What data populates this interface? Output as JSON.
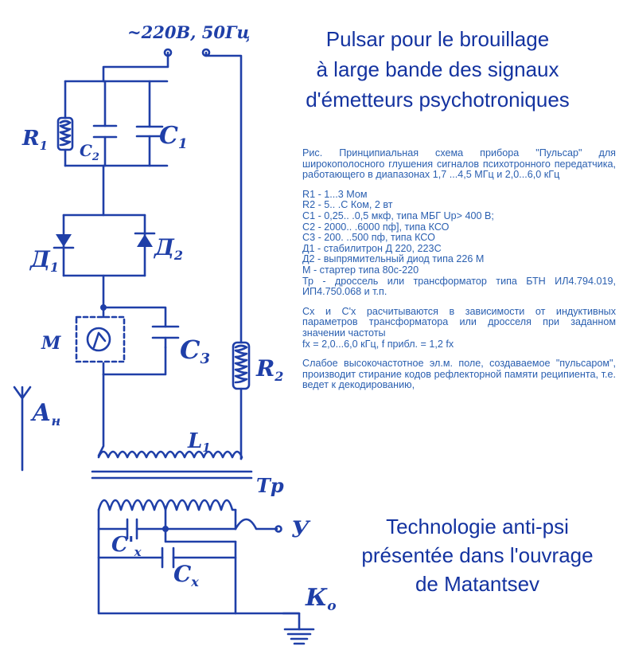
{
  "title": {
    "lines": [
      "Pulsar pour le brouillage",
      "à large bande des signaux",
      "d'émetteurs psychotroniques"
    ]
  },
  "caption": {
    "intro": "Рис. Принципиальная схема прибора \"Пульсар\" для широкополосного глушения сигналов психотронного передатчика, работающего в диапазонах 1,7 ...4,5 МГц и 2,0...6,0 кГц",
    "parts": [
      "R1 - 1...3 Мом",
      "R2 - 5.. .С Ком, 2 вт",
      "С1 - 0,25.. .0,5 мкф, типа МБГ Up> 400 В;",
      "С2 - 2000.. .6000 пф], типа КСО",
      "С3 - 200. ..500 пф, типа КСО",
      "Д1 - стабилитрон Д 220, 223С",
      "Д2 - выпрямительный диод типа 226 М",
      "М - стартер типа 80с-220",
      "Тр - дроссель или трансформатор типа БТН ИЛ4.794.019, ИП4.750.068 и т.п."
    ],
    "calc": "Сх и С'х расчитываются в зависимости от индуктивных параметров трансформатора или дросселя при заданном значении частоты",
    "formula": "fx = 2,0...6,0 кГц, f прибл. = 1,2 fx",
    "effect": "Слабое высокочастотное эл.м. поле, создаваемое \"пульсаром\", производит стирание кодов рефлекторной памяти реципиента, т.е. ведет к декодированию,"
  },
  "note": {
    "lines": [
      "Technologie anti-psi",
      "présentée dans l'ouvrage",
      "de Matantsev"
    ]
  },
  "schematic": {
    "labels": {
      "supply": "~220В, 50Гц",
      "r1": "R",
      "r1_sub": "1",
      "c2": "C",
      "c2_sub": "2",
      "c1": "C",
      "c1_sub": "1",
      "d1": "Д",
      "d1_sub": "1",
      "d2": "Д",
      "d2_sub": "2",
      "m": "М",
      "c3": "C",
      "c3_sub": "3",
      "r2": "R",
      "r2_sub": "2",
      "antenna": "А",
      "antenna_sub": "н",
      "l1": "L",
      "l1_sub": "1",
      "tp": "Тр",
      "cx_prime": "C'",
      "cx_prime_sub": "x",
      "cx": "C",
      "cx_sub": "x",
      "out_y": "У",
      "ground": "К",
      "ground_sub": "о"
    },
    "color": "#1f3fa8"
  }
}
